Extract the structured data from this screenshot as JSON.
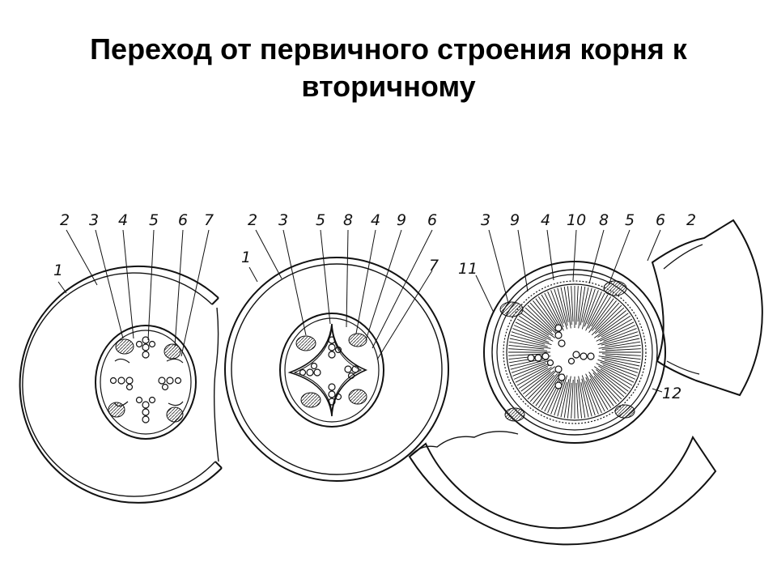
{
  "title": {
    "line1": "Переход от первичного строения корня к",
    "line2": "вторичному"
  },
  "figures": [
    {
      "labels": [
        "1",
        "2",
        "3",
        "4",
        "5",
        "6",
        "7"
      ]
    },
    {
      "labels": [
        "1",
        "2",
        "3",
        "5",
        "8",
        "4",
        "9",
        "6",
        "7"
      ]
    },
    {
      "labels": [
        "11",
        "3",
        "9",
        "4",
        "10",
        "8",
        "5",
        "6",
        "2",
        "12"
      ]
    }
  ]
}
